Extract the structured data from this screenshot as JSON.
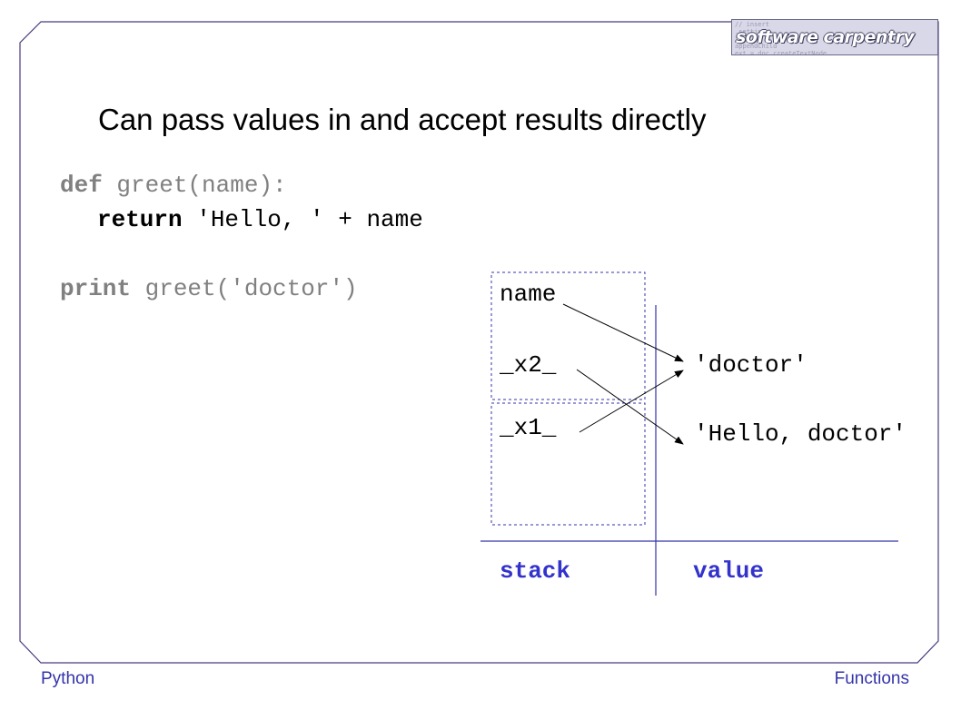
{
  "logo": {
    "text": "software carpentry",
    "background_snippet": "// insert\n.setting\nfor\nappendChild\next = doc.createTextNode"
  },
  "title": "Can pass values in and accept results directly",
  "code": {
    "line1_kw": "def",
    "line1_rest": " greet(name):",
    "line2_kw": "return",
    "line2_rest": " 'Hello, ' + name",
    "line3_kw": "print",
    "line3_rest": " greet('doctor')"
  },
  "diagram": {
    "stack_vars": [
      "name",
      "_x2_",
      "_x1_"
    ],
    "values": [
      "'doctor'",
      "'Hello, doctor'"
    ],
    "stack_label": "stack",
    "value_label": "value"
  },
  "footer": {
    "left": "Python",
    "right": "Functions"
  },
  "colors": {
    "frame": "#4b3a7d",
    "accent": "#3333cc"
  }
}
